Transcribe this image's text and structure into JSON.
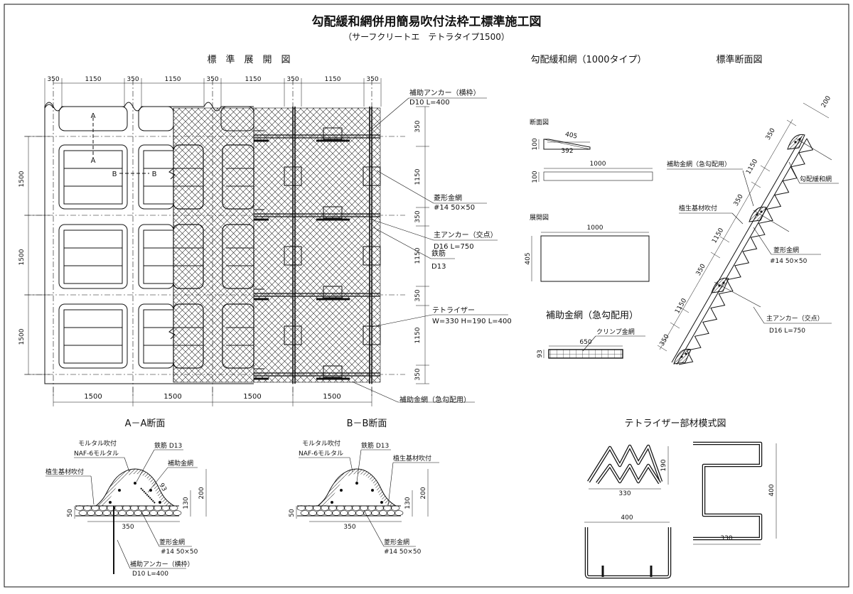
{
  "title": "勾配緩和網併用簡易吹付法枠工標準施工図",
  "subtitle": "（サーフクリートエ　テトラタイプ1500）",
  "plan": {
    "title": "標　準　展　開　図",
    "top_dims": [
      "350",
      "1150",
      "350",
      "1150",
      "350",
      "1150",
      "350",
      "350",
      "1150",
      "350"
    ],
    "left_dims": [
      "1500",
      "1500",
      "1500"
    ],
    "bottom_dims": [
      "1500",
      "1500",
      "1500",
      "1500"
    ],
    "right_dims": [
      "350",
      "1150",
      "350",
      "1150",
      "350",
      "1150",
      "350"
    ],
    "mark_a": "A",
    "mark_b": "B",
    "callouts": {
      "anchor_h": "補助アンカー（横枠）",
      "anchor_h_spec": "D10 L=400",
      "mesh": "菱形金網",
      "mesh_spec": "#14 50×50",
      "main_anchor": "主アンカー（交点）",
      "main_anchor_spec": "D16 L=750",
      "rebar": "鉄筋",
      "rebar_spec": "D13",
      "tetra": "テトライザー",
      "tetra_spec": "W=330 H=190 L=400",
      "aux_mesh": "補助金網（急勾配用）"
    }
  },
  "gentle": {
    "title": "勾配緩和網（1000タイプ）",
    "section_label": "断面図",
    "dim_405": "405",
    "dim_392": "392",
    "dim_100a": "100",
    "dim_1000a": "1000",
    "dim_100b": "100",
    "plan_label": "展開図",
    "dim_1000b": "1000",
    "dim_405b": "405"
  },
  "aux_mesh": {
    "title": "補助金網（急勾配用）",
    "clip": "クリンプ金網",
    "dim_650": "650",
    "dim_93": "93"
  },
  "section": {
    "title": "標準断面図",
    "dim_200": "200",
    "slope_dims": [
      "350",
      "1150",
      "350",
      "1150",
      "350",
      "1150",
      "350"
    ],
    "aux": "補助金網（急勾配用）",
    "gentle": "勾配緩和網",
    "plant": "植生基材吹付",
    "mesh": "菱形金網",
    "mesh_spec": "#14 50×50",
    "main_anchor": "主アンカー（交点）",
    "main_anchor_spec": "D16 L=750"
  },
  "aa": {
    "title": "A－A断面",
    "mortar": "モルタル吹付",
    "naf": "NAF-6モルタル",
    "rebar": "鉄筋 D13",
    "aux": "補助金網",
    "plant": "植生基材吹付",
    "dim_93": "93",
    "dim_200": "200",
    "dim_130": "130",
    "dim_50": "50",
    "dim_350": "350",
    "mesh": "菱形金網",
    "mesh_spec": "#14 50×50",
    "anchor": "補助アンカー（横枠）",
    "anchor_spec": "D10 L=400"
  },
  "bb": {
    "title": "B－B断面",
    "mortar": "モルタル吹付",
    "naf": "NAF-6モルタル",
    "rebar": "鉄筋 D13",
    "plant": "植生基材吹付",
    "dim_200": "200",
    "dim_130": "130",
    "dim_50": "50",
    "dim_350": "350",
    "mesh": "菱形金網",
    "mesh_spec": "#14 50×50"
  },
  "tetra": {
    "title": "テトライザー部材模式図",
    "dim_190": "190",
    "dim_330a": "330",
    "dim_400a": "400",
    "dim_400b": "400",
    "dim_330b": "330"
  }
}
